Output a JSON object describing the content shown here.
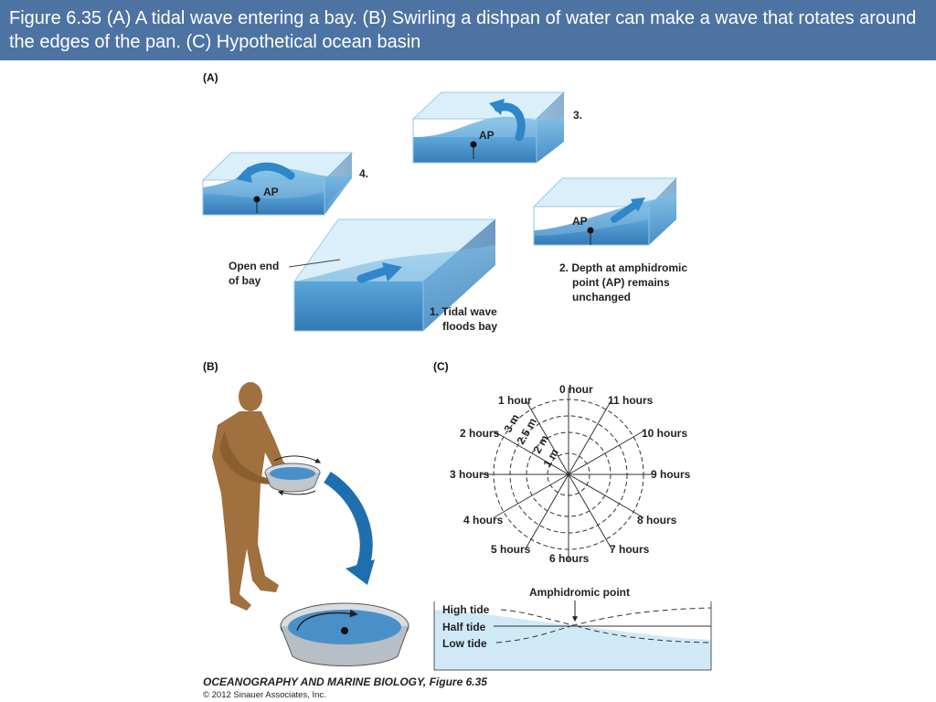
{
  "header": {
    "title": "Figure 6.35  (A) A tidal wave entering a bay. (B) Swirling a dishpan of water can make a wave that rotates around the edges of the pan. (C) Hypothetical ocean basin"
  },
  "panel_a": {
    "label": "(A)",
    "box1_caption": [
      "1. Tidal wave",
      "floods bay"
    ],
    "open_end": [
      "Open end",
      "of bay"
    ],
    "box2_caption": [
      "2. Depth at amphidromic",
      "point (AP) remains",
      "unchanged"
    ],
    "box3_caption": "3.",
    "box4_caption": "4.",
    "ap_label": "AP"
  },
  "panel_b": {
    "label": "(B)"
  },
  "panel_c": {
    "label": "(C)",
    "hours": [
      "0 hour",
      "1 hour",
      "2 hours",
      "3 hours",
      "4 hours",
      "5 hours",
      "6 hours",
      "7 hours",
      "8 hours",
      "9 hours",
      "10 hours",
      "11 hours"
    ],
    "rings": [
      "1 m",
      "2 m",
      "2.5 m",
      "3 m"
    ],
    "amphidromic_point": "Amphidromic point",
    "tide_levels": [
      "High tide",
      "Half tide",
      "Low tide"
    ]
  },
  "colors": {
    "header": "#4d73a3",
    "water": "#4a90c8",
    "water_light": "#cfe9f7",
    "person": "#a0703f"
  },
  "credit": {
    "line1": "OCEANOGRAPHY AND MARINE BIOLOGY, Figure 6.35",
    "line2": "© 2012 Sinauer Associates, Inc."
  }
}
